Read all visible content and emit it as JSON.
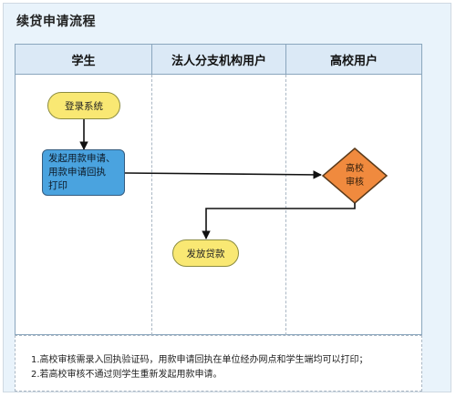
{
  "title": "续贷申请流程",
  "lanes": [
    "学生",
    "法人分支机构用户",
    "高校用户"
  ],
  "nodes": {
    "login": "登录系统",
    "apply": "发起用款申请、\n用款申请回执\n打印",
    "review": "高校\n审核",
    "disburse": "发放贷款"
  },
  "notes": [
    "1.高校审核需录入回执验证码，用款申请回执在单位经办网点和学生端均可以打印；",
    "2.若高校审核不通过则学生重新发起用款申请。"
  ],
  "colors": {
    "lane_header": "#dbe9f6",
    "pill_fill": "#f9e873",
    "process_fill": "#4aa3df",
    "decision_fill": "#f08a3e",
    "background": "#e9f3fb"
  }
}
